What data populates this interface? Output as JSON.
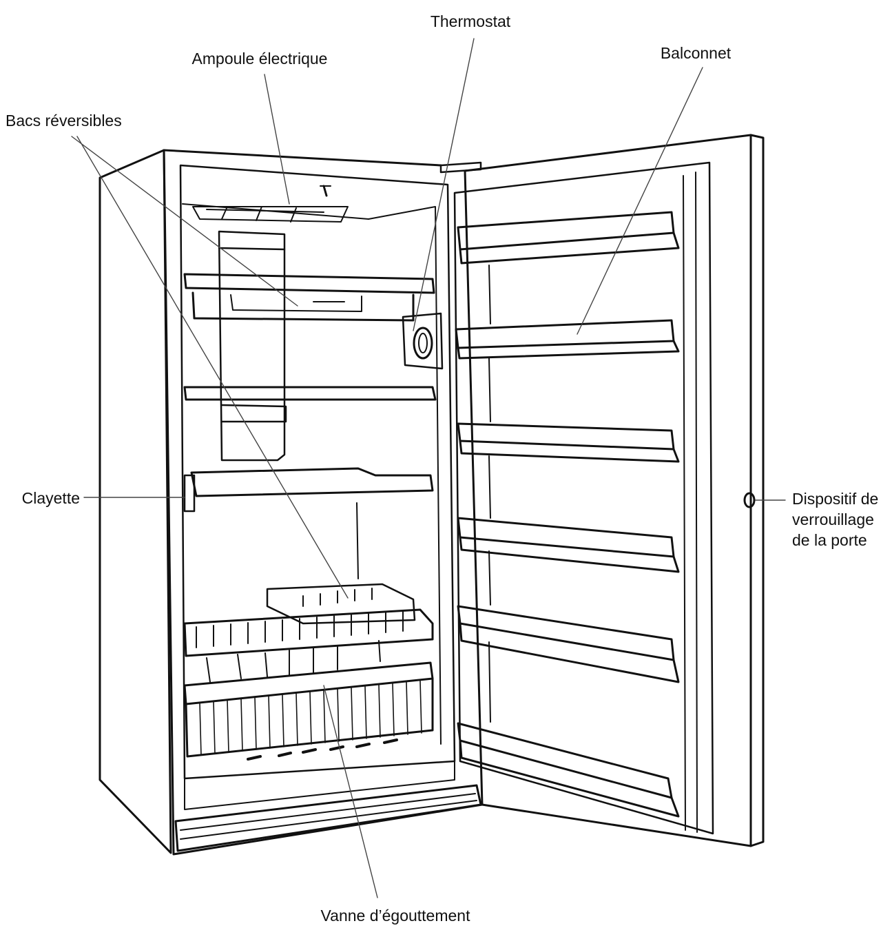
{
  "labels": {
    "thermostat": "Thermostat",
    "light_bulb": "Ampoule électrique",
    "door_shelf": "Balconnet",
    "reversible_bins": "Bacs réversibles",
    "shelf": "Clayette",
    "door_lock": [
      "Dispositif de",
      "verrouillage",
      "de la porte"
    ],
    "drain_valve": "Vanne d’égouttement"
  },
  "colors": {
    "ink": "#111111",
    "leader": "#444444",
    "paper": "#ffffff"
  }
}
